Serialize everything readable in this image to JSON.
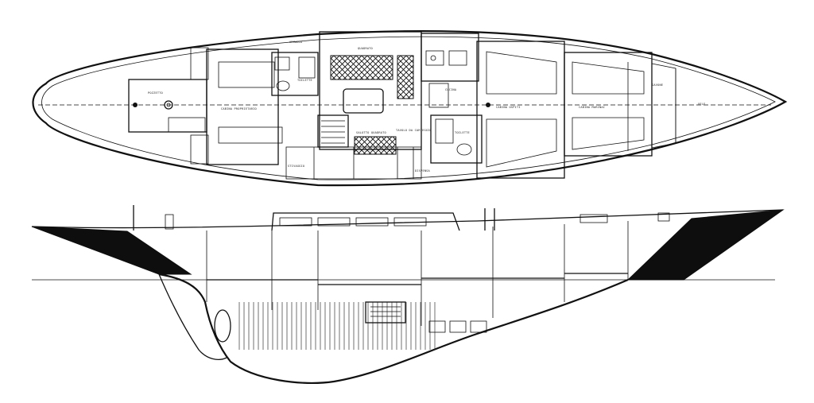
{
  "plan_labels": [
    {
      "key": "armadio",
      "text": "ARMADIO"
    },
    {
      "key": "cucina",
      "text": "CUCINA"
    },
    {
      "key": "toilette_aft",
      "text": "TOILETTE"
    },
    {
      "key": "cabina_proprietario",
      "text": "CABINA PROPRIETARIO"
    },
    {
      "key": "quadrato",
      "text": "QUADRATO"
    },
    {
      "key": "salotto",
      "text": "SALOTTO QUADRATO"
    },
    {
      "key": "tavolo",
      "text": "TAVOLO DA CARTEGGIO"
    },
    {
      "key": "cabina_ospiti",
      "text": "CABINA OSPITI"
    },
    {
      "key": "toilette_fwd",
      "text": "TOILETTE"
    },
    {
      "key": "cabina_marinai",
      "text": "CABINA MARINAI"
    },
    {
      "key": "gavone",
      "text": "GAVONE"
    },
    {
      "key": "pozzetto",
      "text": "POZZETTO"
    },
    {
      "key": "stivaggio",
      "text": "STIVAGGIO"
    },
    {
      "key": "dispensa",
      "text": "DISPENSA"
    },
    {
      "key": "vele",
      "text": "VELE"
    }
  ]
}
